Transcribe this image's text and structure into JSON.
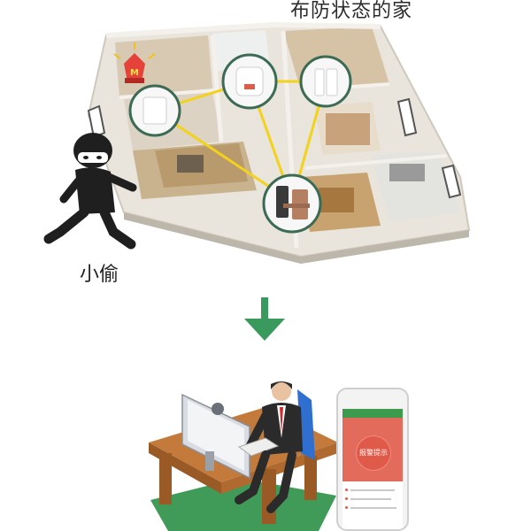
{
  "title": "布防状态的家",
  "thief_label": "小偷",
  "phone": {
    "status_title": "",
    "alarm_text": "报警提示"
  },
  "colors": {
    "arrow": "#3a9a5d",
    "link_line": "#f2d21b",
    "alarm_screen": "#e26b5b",
    "phone_header": "#3e9a4c"
  },
  "icons": [
    "alarm-light-icon",
    "door-sensor-icon",
    "smart-hub-icon",
    "window-sensor-icon",
    "smart-lock-icon",
    "down-arrow-icon"
  ]
}
